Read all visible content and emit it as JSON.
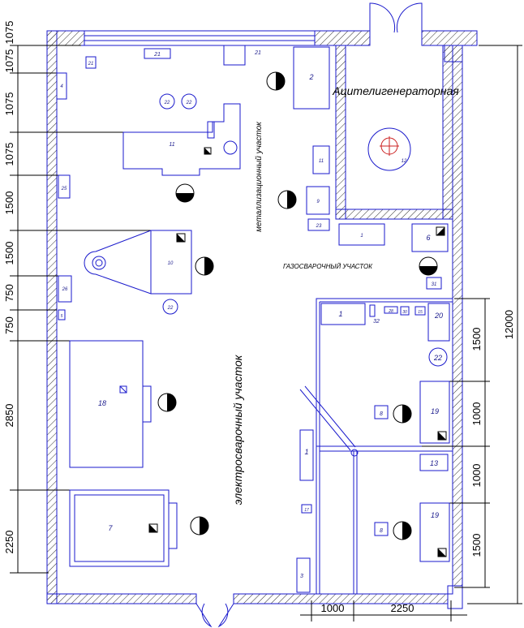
{
  "dimensions": {
    "left": [
      "1075",
      "1075",
      "1075",
      "1075",
      "1500",
      "1500",
      "750",
      "750",
      "2850",
      "2250"
    ],
    "right": [
      "12000",
      "1500",
      "1000",
      "1000",
      "1500"
    ],
    "bottom": [
      "1000",
      "2250"
    ]
  },
  "rooms": {
    "acetylene": "Ацителигенераторная",
    "metallization": "металлизационный участок",
    "gas_welding": "ГАЗОСВАРОЧНЫЙ УЧАСТОК",
    "electric_welding": "электросварочный участок"
  },
  "equipment_labels": {
    "e21a": "21",
    "e21b": "21",
    "e21c": "21",
    "e2": "2",
    "e4": "4",
    "e22a": "22",
    "e22b": "22",
    "e11": "11",
    "e25": "25",
    "e12": "12",
    "e9": "9",
    "e23": "23",
    "e1a": "1",
    "e6": "6",
    "e10": "10",
    "e22c": "22",
    "e26": "26",
    "e31": "31",
    "e5": "5",
    "e1b": "1",
    "e32": "32",
    "e28": "28",
    "e30": "30",
    "e15": "15",
    "e20": "20",
    "e22d": "22",
    "e18": "18",
    "e8a": "8",
    "e19a": "19",
    "e1c": "1",
    "e13": "13",
    "e17": "17",
    "e7": "7",
    "e8b": "8",
    "e19b": "19",
    "e3": "3"
  }
}
